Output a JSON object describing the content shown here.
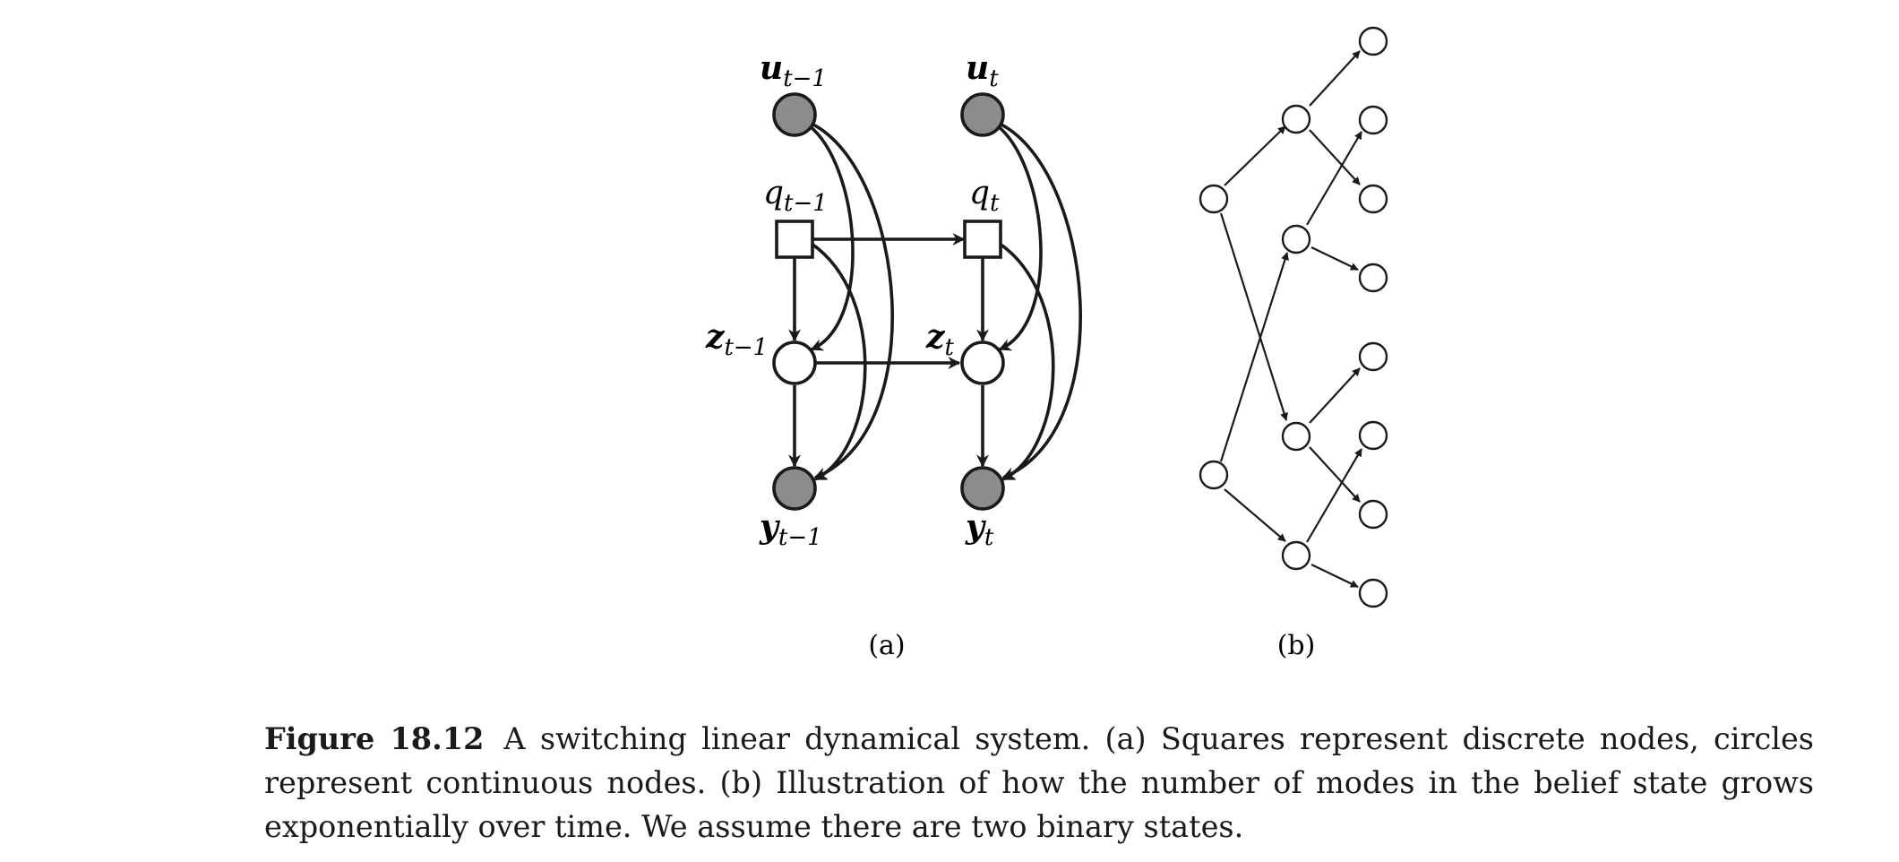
{
  "figure": {
    "panel_a": {
      "label": "(a)",
      "nodes": {
        "u_prev": {
          "base": "u",
          "sub": "t−1",
          "shaded": true,
          "shape": "circle"
        },
        "u_curr": {
          "base": "u",
          "sub": "t",
          "shaded": true,
          "shape": "circle"
        },
        "q_prev": {
          "base": "q",
          "sub": "t−1",
          "shaded": false,
          "shape": "square"
        },
        "q_curr": {
          "base": "q",
          "sub": "t",
          "shaded": false,
          "shape": "square"
        },
        "z_prev": {
          "base": "z",
          "sub": "t−1",
          "shaded": false,
          "shape": "circle"
        },
        "z_curr": {
          "base": "z",
          "sub": "t",
          "shaded": false,
          "shape": "circle"
        },
        "y_prev": {
          "base": "y",
          "sub": "t−1",
          "shaded": true,
          "shape": "circle"
        },
        "y_curr": {
          "base": "y",
          "sub": "t",
          "shaded": true,
          "shape": "circle"
        }
      },
      "shaded_color": "#8c8c8c"
    },
    "panel_b": {
      "label": "(b)"
    }
  },
  "caption": {
    "label": "Figure 18.12",
    "text": "A switching linear dynamical system. (a) Squares represent discrete nodes, circles represent continuous nodes. (b) Illustration of how the number of modes in the belief state grows exponentially over time. We assume there are two binary states."
  }
}
